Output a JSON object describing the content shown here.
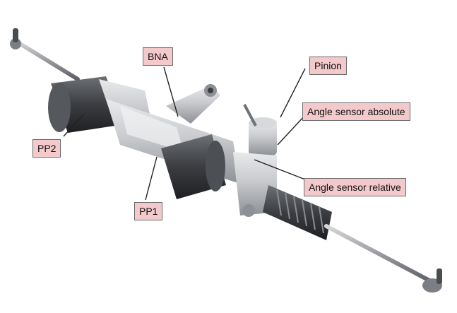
{
  "diagram": {
    "labels": {
      "bna": "BNA",
      "pinion": "Pinion",
      "angle_sensor_absolute": "Angle sensor absolute",
      "angle_sensor_relative": "Angle sensor relative",
      "pp2": "PP2",
      "pp1": "PP1"
    },
    "colors": {
      "label_fill": "#f3c9cc",
      "label_border": "#6b6b6b",
      "leader_line": "#222222"
    }
  }
}
